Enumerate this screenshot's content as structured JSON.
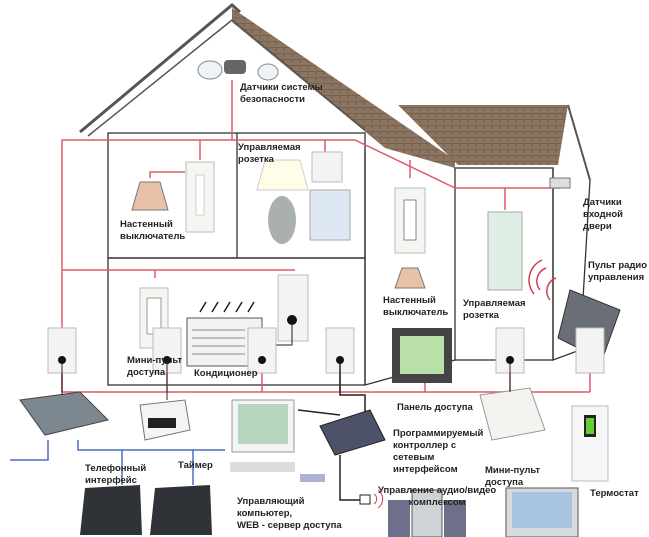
{
  "colors": {
    "wire": "#e0586a",
    "phone_line": "#4a6fc0",
    "roof": "#8b7560",
    "wall": "#333333"
  },
  "labels": {
    "security_sensors": "Датчики системы\nбезопасности",
    "controlled_outlet_1": "Управляемая\nрозетка",
    "wall_switch_1": "Настенный\nвыключатель",
    "mini_remote_1": "Мини-пульт\nдоступа",
    "air_conditioner": "Кондиционер",
    "wall_switch_2": "Настенный\nвыключатель",
    "controlled_outlet_2": "Управляемая\nрозетка",
    "door_sensors": "Датчики\nвходной\nдвери",
    "radio_remote": "Пульт радио\nуправления",
    "access_panel": "Панель доступа",
    "controller": "Программируемый\nконтроллер с\nсетевым\nинтерфейсом",
    "phone_interface": "Телефонный\nинтерфейс",
    "timer": "Таймер",
    "computer": "Управляющий\nкомпьютер,\nWEB - сервер доступа",
    "av_control": "Управление аудио/видео\nкомплексом",
    "mini_remote_2": "Мини-пульт\nдоступа",
    "thermostat": "Термостат"
  }
}
